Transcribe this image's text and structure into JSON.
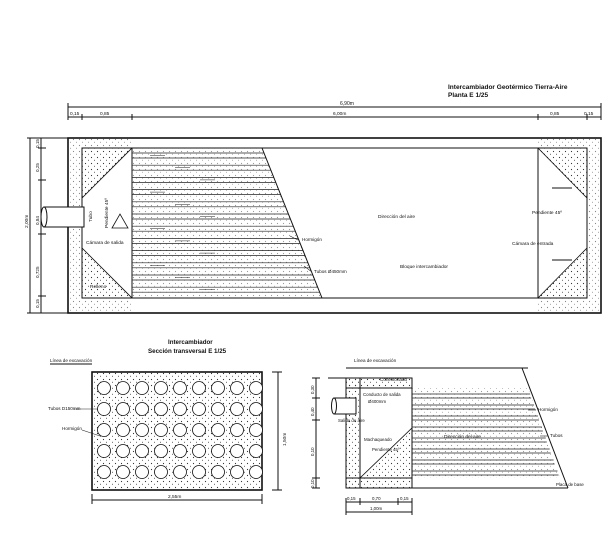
{
  "plan": {
    "title": "Intercambiador Geotérmico Tierra-Aire",
    "subtitle": "Planta E 1/25",
    "dim_total": "6,90m",
    "dim_inner": "6,00m",
    "dim_015_left": "0,15",
    "dim_085_left": "0,85",
    "dim_085_right": "0,85",
    "dim_015_right": "0,15",
    "vdims": [
      "0,15",
      "0,25",
      "0,84",
      "0,725",
      "0,15"
    ],
    "vdim_total": "2,00m",
    "label_tubo": "Tubo",
    "label_pendiente_left": "Pendiente 45º",
    "label_pendiente_right": "Pendiente 45º",
    "label_camara_salida": "Cámara de salida",
    "label_camara_entrada": "Cámara de entrada",
    "label_relleno": "Relleno",
    "label_hormigon": "Hormigón",
    "label_tubos": "Tubos Ø450mm",
    "label_direccion": "Dirección del aire",
    "label_bloque": "Bloque intercambiador"
  },
  "section": {
    "title": "Intercambiador",
    "subtitle": "Sección transversal  E 1/25",
    "label_excavacion": "Línea de excavación",
    "label_tubos": "Tubos D150mm",
    "label_hormigon": "Hormigón",
    "dim_width": "2,55m",
    "dim_height": "1,50m"
  },
  "longsection": {
    "label_excavacion": "Línea de excavación",
    "label_conexionado": "Conexionado",
    "label_conducto": "Conducto de salida",
    "label_diam": "Ø400mm",
    "label_salida": "Salida de aire",
    "label_hormigon": "Hormigón",
    "label_tubos": "Tubos",
    "label_direccion": "Dirección del aire",
    "label_machaqueado": "Machaqueado",
    "label_pendiente": "Pendiente 45º",
    "label_placa": "Placa de base",
    "vdims": [
      "0,30",
      "0,40",
      "0,10",
      "0,10"
    ],
    "dim_015a": "0,15",
    "dim_070": "0,70",
    "dim_015b": "0,15",
    "dim_total": "1,00m"
  }
}
